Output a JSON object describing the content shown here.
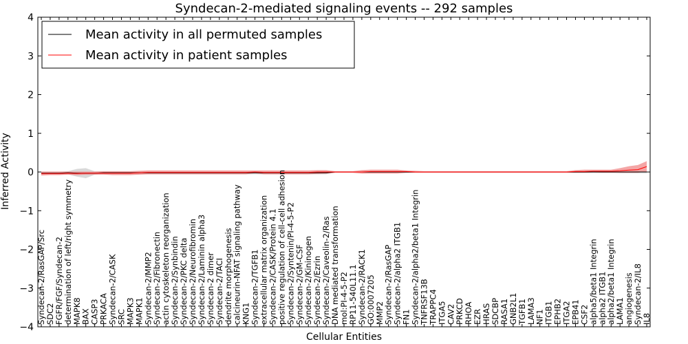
{
  "chart_data": {
    "type": "line",
    "title": "Syndecan-2-mediated signaling events -- 292 samples",
    "xlabel": "Cellular Entities",
    "ylabel": "Inferred Activity",
    "ylim": [
      -4,
      4
    ],
    "yticks": [
      "−4",
      "−3",
      "−2",
      "−1",
      "0",
      "1",
      "2",
      "3",
      "4"
    ],
    "legend_position": "top-left",
    "categories": [
      "Syndecan-2/RasGAP/Src",
      "SDC2",
      "FGFR/FGF/Syndecan-2",
      "determination of left/right symmetry",
      "MAPK8",
      "BAX",
      "CASP3",
      "PRKACA",
      "Syndecan-2/CASK",
      "SRC",
      "MAPK3",
      "MAPK1",
      "Syndecan-2/MMP2",
      "Syndecan-2/Fibronectin",
      "actin cytoskeleton reorganization",
      "Syndecan-2/Synbindin",
      "Syndecan-2/PKC delta",
      "Syndecan-2/Neurofibromin",
      "Syndecan-2/Laminin alpha3",
      "Syndecan-2 dimer",
      "Syndecan-2/TACI",
      "dendrite morphogenesis",
      "calcineurin-NFAT signaling pathway",
      "KNG1",
      "Syndecan-2/TGFB1",
      "extracellular matrix organization",
      "Syndecan-2/CASK/Protein 4.1",
      "positive regulation of cell-cell adhesion",
      "Syndecan-2/Syntenin/PI-4-5-P2",
      "Syndecan-2/GM-CSF",
      "Syndecan-2/Kininogen",
      "Syndecan-2/Ezrin",
      "Syndecan-2/Caveolin-2/Ras",
      "DNA mediated transformation",
      "mol:PI-4-5-P2",
      "RP11-540L11.1",
      "Syndecan-2/RACK1",
      "GO:0007205",
      "MMP2",
      "Syndecan-2/RasGAP",
      "Syndecan-2/alpha2 ITGB1",
      "FN1",
      "Syndecan-2/alpha2/beta1 Integrin",
      "TNFRSF13B",
      "TRAPPC4",
      "ITGA5",
      "CAV2",
      "PRKCD",
      "RHOA",
      "EZR",
      "HRAS",
      "SDCBP",
      "RASA1",
      "GNB2L1",
      "TGFB1",
      "LAMA3",
      "NF1",
      "ITGB1",
      "EPHB2",
      "ITGA2",
      "EPB41",
      "CSF2",
      "alpha5/beta1 Integrin",
      "alpha2 ITGB1",
      "alpha2/beta1 Integrin",
      "LAMA1",
      "angiogenesis",
      "Syndecan-2/IL8",
      "IL8"
    ],
    "series": [
      {
        "name": "Mean activity in all permuted samples",
        "color": "#000000",
        "band_color": "#c0c0c0",
        "values": [
          -0.03,
          -0.03,
          -0.03,
          -0.02,
          -0.03,
          -0.03,
          -0.03,
          -0.02,
          -0.02,
          -0.02,
          -0.02,
          -0.02,
          -0.02,
          -0.02,
          -0.02,
          -0.02,
          -0.02,
          -0.02,
          -0.02,
          -0.02,
          -0.02,
          -0.02,
          -0.02,
          -0.02,
          -0.02,
          -0.02,
          -0.02,
          -0.02,
          -0.02,
          -0.02,
          -0.02,
          -0.02,
          -0.02,
          0.0,
          0.0,
          0.0,
          0.0,
          0.0,
          0.0,
          0.0,
          0.0,
          0.0,
          0.0,
          0.0,
          0.0,
          0.0,
          0.0,
          0.0,
          0.0,
          0.0,
          0.0,
          0.0,
          0.0,
          0.0,
          0.0,
          0.0,
          0.0,
          0.0,
          0.0,
          0.0,
          0.0,
          0.0,
          0.0,
          0.0,
          0.0,
          0.0,
          0.0,
          0.0,
          0.0
        ],
        "lower": [
          -0.07,
          -0.07,
          -0.07,
          -0.06,
          -0.12,
          -0.16,
          -0.07,
          -0.06,
          -0.06,
          -0.06,
          -0.06,
          -0.06,
          -0.06,
          -0.06,
          -0.06,
          -0.06,
          -0.06,
          -0.06,
          -0.06,
          -0.06,
          -0.06,
          -0.06,
          -0.06,
          -0.06,
          -0.06,
          -0.06,
          -0.06,
          -0.06,
          -0.06,
          -0.06,
          -0.06,
          -0.06,
          -0.06,
          -0.02,
          -0.02,
          -0.02,
          -0.03,
          -0.02,
          -0.02,
          -0.02,
          -0.02,
          -0.02,
          -0.02,
          -0.02,
          -0.02,
          -0.02,
          -0.02,
          -0.02,
          -0.02,
          -0.02,
          -0.02,
          -0.02,
          -0.02,
          -0.02,
          -0.02,
          -0.02,
          -0.02,
          -0.02,
          -0.02,
          -0.02,
          -0.02,
          -0.02,
          -0.02,
          -0.02,
          -0.02,
          -0.03,
          -0.03,
          -0.03,
          -0.03
        ],
        "upper": [
          0.01,
          0.01,
          0.01,
          0.02,
          0.08,
          0.1,
          0.02,
          0.02,
          0.02,
          0.02,
          0.02,
          0.02,
          0.02,
          0.02,
          0.02,
          0.02,
          0.02,
          0.02,
          0.02,
          0.02,
          0.02,
          0.02,
          0.02,
          0.02,
          0.02,
          0.02,
          0.02,
          0.02,
          0.02,
          0.02,
          0.02,
          0.02,
          0.02,
          0.02,
          0.02,
          0.02,
          0.03,
          0.02,
          0.02,
          0.02,
          0.02,
          0.02,
          0.02,
          0.02,
          0.02,
          0.02,
          0.02,
          0.02,
          0.02,
          0.02,
          0.02,
          0.02,
          0.02,
          0.02,
          0.02,
          0.02,
          0.02,
          0.02,
          0.02,
          0.02,
          0.02,
          0.02,
          0.02,
          0.02,
          0.02,
          0.03,
          0.03,
          0.03,
          0.03
        ]
      },
      {
        "name": "Mean activity in patient samples",
        "color": "#ff0000",
        "band_color": "#f08080",
        "values": [
          -0.04,
          -0.04,
          -0.04,
          -0.03,
          -0.04,
          -0.03,
          -0.03,
          -0.03,
          -0.03,
          -0.03,
          -0.03,
          -0.02,
          -0.01,
          -0.01,
          -0.01,
          -0.01,
          -0.01,
          -0.01,
          -0.01,
          -0.01,
          -0.01,
          -0.01,
          -0.01,
          -0.01,
          0.0,
          -0.01,
          -0.01,
          -0.01,
          -0.01,
          -0.01,
          -0.01,
          0.0,
          0.0,
          0.0,
          0.0,
          0.0,
          0.0,
          0.01,
          0.01,
          0.01,
          0.01,
          0.01,
          0.0,
          0.0,
          0.0,
          0.0,
          0.0,
          0.0,
          0.0,
          0.0,
          0.0,
          0.0,
          0.0,
          0.0,
          0.0,
          0.0,
          0.0,
          0.0,
          0.0,
          0.0,
          0.01,
          0.01,
          0.02,
          0.02,
          0.02,
          0.03,
          0.05,
          0.06,
          0.14
        ],
        "lower": [
          -0.09,
          -0.08,
          -0.08,
          -0.07,
          -0.08,
          -0.07,
          -0.07,
          -0.07,
          -0.08,
          -0.08,
          -0.08,
          -0.07,
          -0.06,
          -0.06,
          -0.06,
          -0.06,
          -0.06,
          -0.06,
          -0.06,
          -0.06,
          -0.06,
          -0.06,
          -0.06,
          -0.06,
          -0.03,
          -0.06,
          -0.06,
          -0.06,
          -0.06,
          -0.06,
          -0.06,
          -0.05,
          -0.04,
          -0.02,
          -0.02,
          -0.02,
          -0.04,
          -0.04,
          -0.04,
          -0.04,
          -0.04,
          -0.02,
          -0.02,
          -0.02,
          -0.02,
          -0.02,
          -0.02,
          -0.02,
          -0.02,
          -0.02,
          -0.02,
          -0.02,
          -0.02,
          -0.02,
          -0.02,
          -0.02,
          -0.02,
          -0.02,
          -0.02,
          -0.02,
          -0.02,
          -0.02,
          -0.01,
          -0.02,
          -0.02,
          -0.02,
          -0.02,
          -0.02,
          0.01
        ],
        "upper": [
          0.01,
          0.01,
          0.01,
          0.01,
          0.01,
          0.01,
          0.01,
          0.02,
          0.02,
          0.02,
          0.02,
          0.03,
          0.04,
          0.04,
          0.04,
          0.04,
          0.04,
          0.04,
          0.04,
          0.04,
          0.04,
          0.04,
          0.04,
          0.04,
          0.04,
          0.04,
          0.04,
          0.04,
          0.04,
          0.04,
          0.04,
          0.05,
          0.05,
          0.02,
          0.02,
          0.02,
          0.05,
          0.06,
          0.06,
          0.06,
          0.06,
          0.04,
          0.03,
          0.02,
          0.02,
          0.02,
          0.02,
          0.02,
          0.02,
          0.02,
          0.02,
          0.02,
          0.02,
          0.02,
          0.02,
          0.02,
          0.02,
          0.02,
          0.02,
          0.02,
          0.05,
          0.06,
          0.06,
          0.06,
          0.06,
          0.1,
          0.15,
          0.18,
          0.28
        ]
      }
    ]
  }
}
